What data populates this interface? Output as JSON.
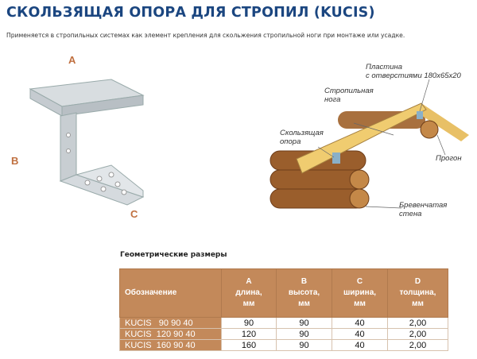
{
  "title": "СКОЛЬЗЯЩАЯ ОПОРА ДЛЯ СТРОПИЛ (KUCIS)",
  "description": "Применяется в стропильных системах как элемент крепления для скольжения стропильной ноги при монтаже или усадке.",
  "bracket_labels": {
    "a": "A",
    "b": "B",
    "c": "C"
  },
  "diagram_labels": {
    "plate_line1": "Пластина",
    "plate_line2": "с отверстиями 180x65x20",
    "rafter_line1": "Стропильная",
    "rafter_line2": "нога",
    "slide_line1": "Скользящая",
    "slide_line2": "опора",
    "purlin": "Прогон",
    "wall_line1": "Бревенчатая",
    "wall_line2": "стена"
  },
  "table": {
    "caption": "Геометрические размеры",
    "headers": [
      {
        "l1": "Обозначение",
        "l2": "",
        "l3": ""
      },
      {
        "l1": "A",
        "l2": "длина,",
        "l3": "мм"
      },
      {
        "l1": "B",
        "l2": "высота,",
        "l3": "мм"
      },
      {
        "l1": "C",
        "l2": "ширина,",
        "l3": "мм"
      },
      {
        "l1": "D",
        "l2": "толщина,",
        "l3": "мм"
      }
    ],
    "rows": [
      [
        "KUCIS   90 90 40",
        "90",
        "90",
        "40",
        "2,00"
      ],
      [
        "KUCIS  120 90 40",
        "120",
        "90",
        "40",
        "2,00"
      ],
      [
        "KUCIS  160 90 40",
        "160",
        "90",
        "40",
        "2,00"
      ]
    ]
  }
}
